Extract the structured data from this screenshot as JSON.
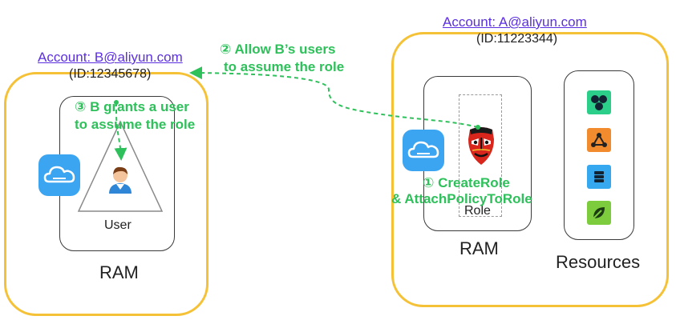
{
  "account_b": {
    "name": "Account: B@aliyun.com",
    "id": "(ID:12345678)"
  },
  "account_a": {
    "name": "Account: A@aliyun.com",
    "id": "(ID:11223344)"
  },
  "steps": {
    "step1_line1": "① CreateRole",
    "step1_line2": "& AttachPolicyToRole",
    "step2_line1": "② Allow B’s users",
    "step2_line2": "to assume the role",
    "step3_line1": "③ B grants a user",
    "step3_line2": "to assume the role"
  },
  "labels": {
    "user": "User",
    "role": "Role",
    "ram_left": "RAM",
    "ram_right": "RAM",
    "resources": "Resources"
  },
  "colors": {
    "account_border": "#f5c136",
    "link": "#5b2fe0",
    "step_text": "#2ec05a",
    "cloud": "#3ca5f2"
  },
  "icons": {
    "cloud": "ram-cloud-icon",
    "user": "user-avatar-icon",
    "role": "opera-mask-icon",
    "resources": [
      "green-hexagons-icon",
      "orange-network-icon",
      "blue-database-icon",
      "green-leaf-icon"
    ]
  }
}
